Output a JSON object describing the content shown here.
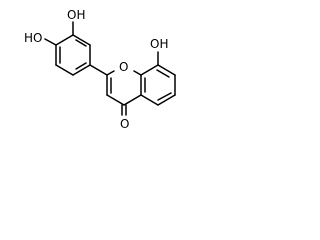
{
  "molecule": {
    "labels": {
      "oh_3": "OH",
      "ho_4": "HO",
      "oh_8": "OH",
      "ring_o": "O",
      "carbonyl_o": "O"
    },
    "colors": {
      "bond": "#000000",
      "text": "#000000",
      "background": "#ffffff"
    }
  }
}
